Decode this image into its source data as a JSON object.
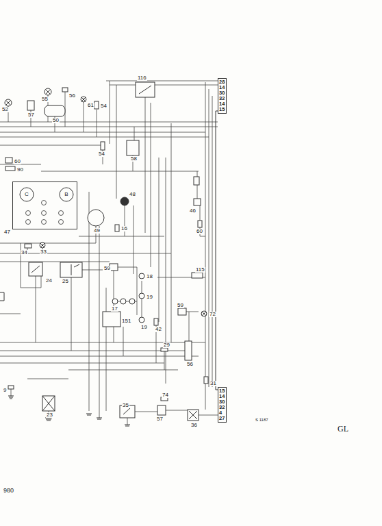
{
  "diagram": {
    "nodes": [
      {
        "text": [
          "47"
        ]
      },
      {
        "text": [
          "C"
        ],
        "in": 0
      },
      {
        "text": [
          "B"
        ],
        "in": 0
      },
      {
        "text": [
          "28",
          "14",
          "30",
          "32",
          "14",
          "15"
        ]
      },
      {
        "text": [
          "15",
          "14",
          "30",
          "32",
          "4",
          "27"
        ]
      }
    ],
    "edges": [
      {
        "from": 3,
        "to": 4,
        "arrow": "none"
      }
    ],
    "labels": [
      "52",
      "55",
      "56",
      "61",
      "54",
      "57",
      "50",
      "116",
      "58",
      "54",
      "60",
      "90",
      "48",
      "49",
      "16",
      "34",
      "33",
      "24",
      "25",
      "59",
      "18",
      "17",
      "19",
      "151",
      "19",
      "42",
      "115",
      "59",
      "72",
      "56",
      "29",
      "31",
      "9",
      "23",
      "35",
      "74",
      "57",
      "36",
      "46",
      "60",
      "S 1187",
      "GL",
      "980"
    ]
  }
}
